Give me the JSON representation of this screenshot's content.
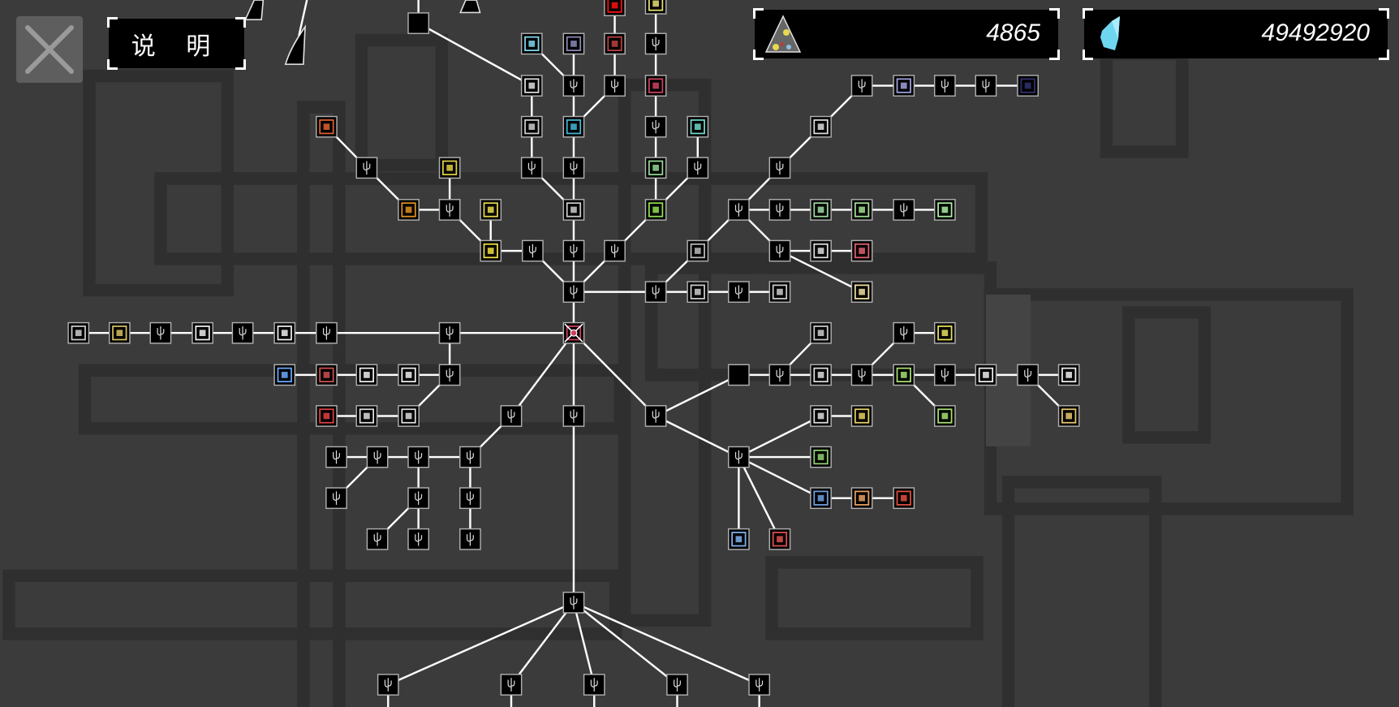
{
  "header": {
    "close_label": "close",
    "help_label": "说 明"
  },
  "resources": {
    "tech_points": "4865",
    "crystals": "49492920"
  },
  "colors": {
    "background": "#3b3b3b",
    "line": "#ffffff",
    "node_fill": "#000000",
    "node_border": "#b0b0b0",
    "crystal": "#6fd6f0"
  }
}
